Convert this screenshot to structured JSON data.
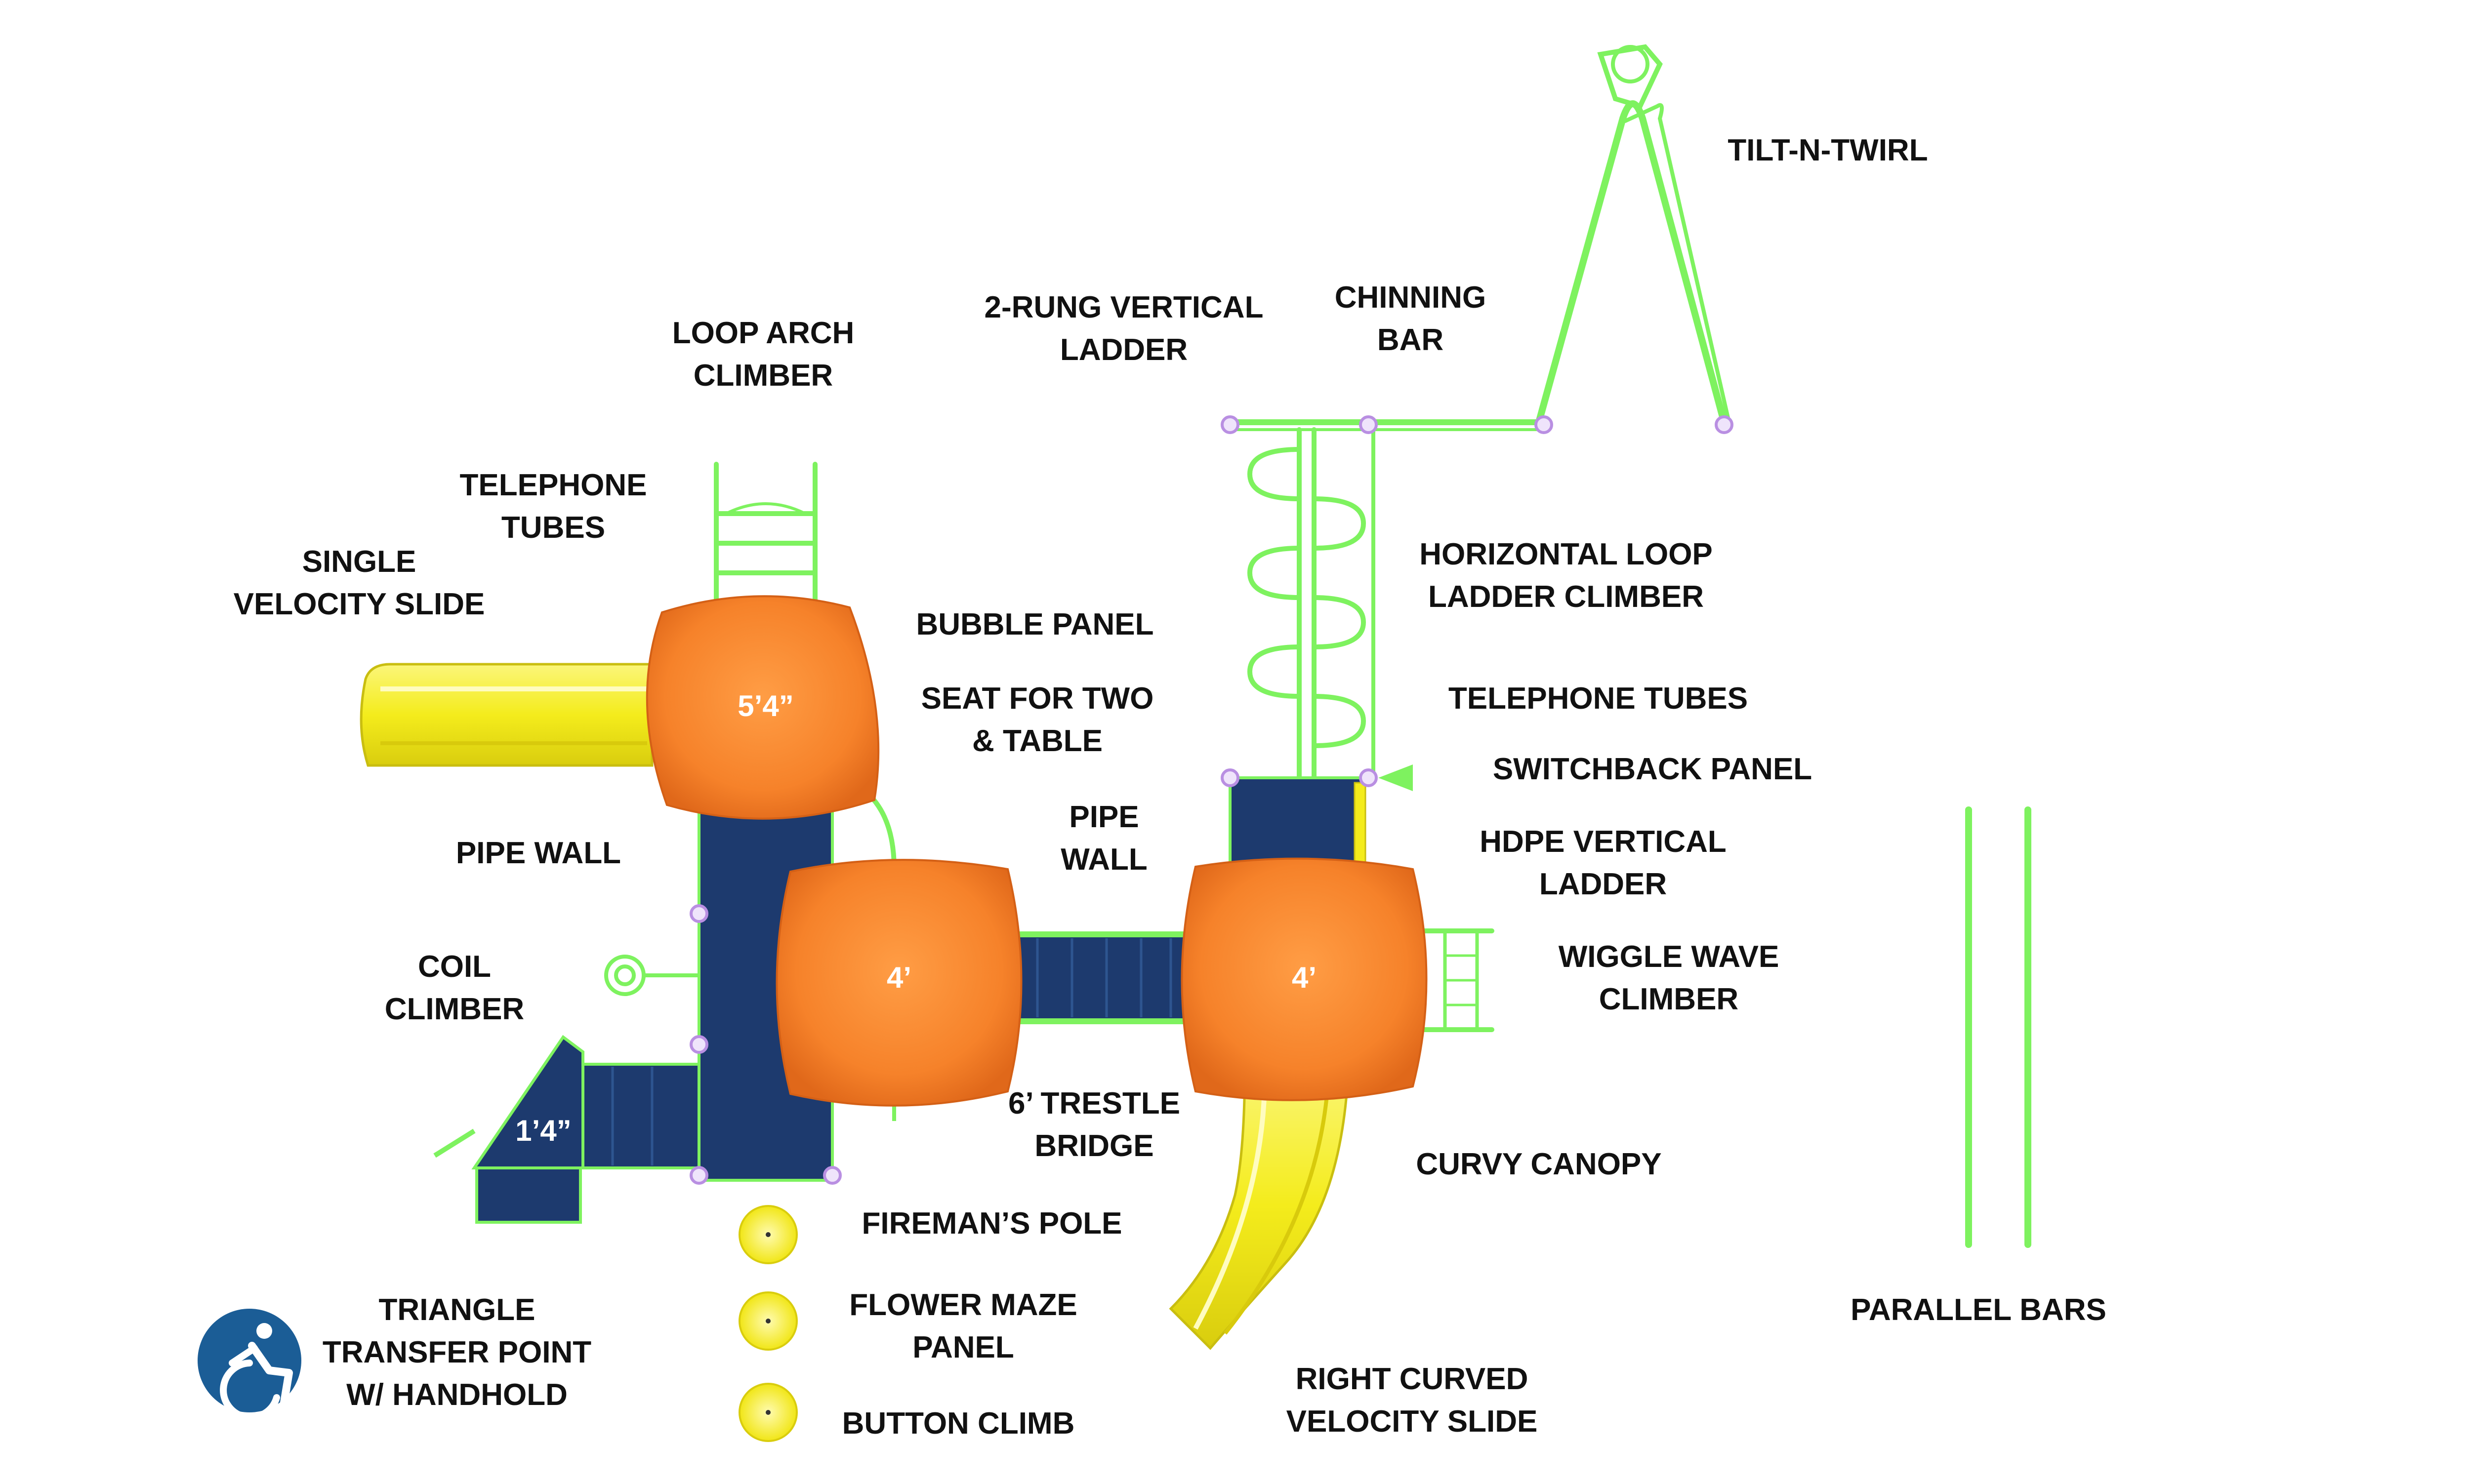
{
  "labels": {
    "tilt_n_twirl": "TILT-N-TWIRL",
    "chinning_bar": "CHINNING\nBAR",
    "two_rung_vertical_ladder": "2-RUNG VERTICAL\nLADDER",
    "loop_arch_climber": "LOOP ARCH\nCLIMBER",
    "telephone_tubes_left": "TELEPHONE\nTUBES",
    "single_velocity_slide": "SINGLE\nVELOCITY SLIDE",
    "bubble_panel": "BUBBLE PANEL",
    "seat_for_two_table": "SEAT FOR TWO\n& TABLE",
    "horizontal_loop_ladder_climber": "HORIZONTAL LOOP\nLADDER CLIMBER",
    "telephone_tubes_right": "TELEPHONE TUBES",
    "switchback_panel": "SWITCHBACK PANEL",
    "pipe_wall_left": "PIPE WALL",
    "pipe_wall_center": "PIPE\nWALL",
    "hdpe_vertical_ladder": "HDPE VERTICAL\nLADDER",
    "wiggle_wave_climber": "WIGGLE WAVE\nCLIMBER",
    "coil_climber": "COIL\nCLIMBER",
    "six_ft_trestle_bridge": "6’ TRESTLE\nBRIDGE",
    "curvy_canopy": "CURVY CANOPY",
    "firemans_pole": "FIREMAN’S POLE",
    "flower_maze_panel": "FLOWER MAZE\nPANEL",
    "button_climb": "BUTTON CLIMB",
    "triangle_transfer_point": "TRIANGLE\nTRANSFER POINT\nW/ HANDHOLD",
    "right_curved_velocity_slide": "RIGHT CURVED\nVELOCITY SLIDE",
    "parallel_bars": "PARALLEL BARS"
  },
  "deck_heights": {
    "deck_top_left": "5’4”",
    "deck_center": "4’",
    "deck_right": "4’",
    "transfer": "1’4”"
  },
  "icons": {
    "accessibility": "wheelchair-accessibility-icon"
  },
  "colors": {
    "roof_orange": "#f6822a",
    "deck_navy": "#1d3a6e",
    "frame_green": "#7ef25f",
    "slide_yellow": "#f4ec1c",
    "connector_purple": "#c7a3e8",
    "accessibility_blue": "#1b5d96"
  }
}
